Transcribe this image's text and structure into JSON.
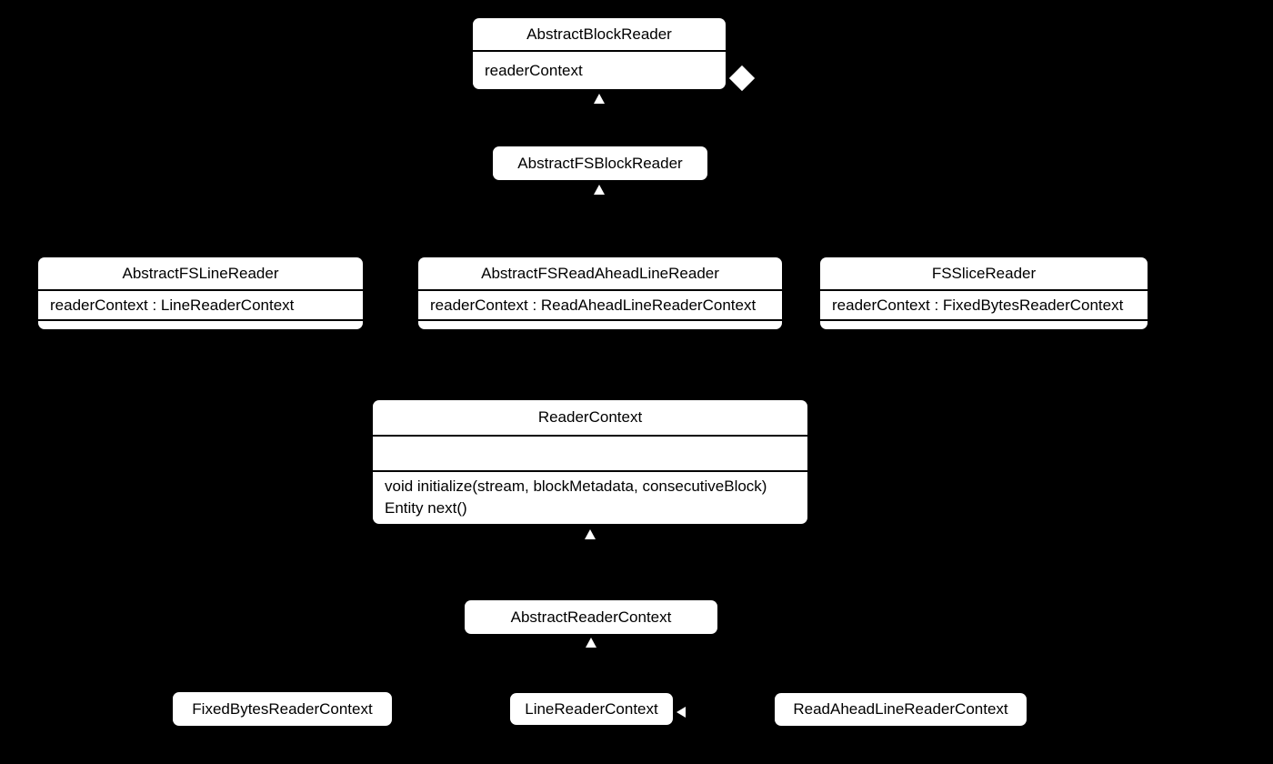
{
  "diagram": {
    "kind": "uml-class-diagram",
    "colors": {
      "background": "#000000",
      "node_fill": "#ffffff",
      "node_text": "#000000",
      "divider": "#000000",
      "connector_glyph": "#ffffff"
    }
  },
  "classes": [
    {
      "name": "AbstractBlockReader",
      "attributes": [
        "readerContext"
      ],
      "methods": []
    },
    {
      "name": "AbstractFSBlockReader",
      "attributes": [],
      "methods": []
    },
    {
      "name": "AbstractFSLineReader",
      "attributes": [
        "readerContext : LineReaderContext"
      ],
      "methods": []
    },
    {
      "name": "AbstractFSReadAheadLineReader",
      "attributes": [
        "readerContext : ReadAheadLineReaderContext"
      ],
      "methods": []
    },
    {
      "name": "FSSliceReader",
      "attributes": [
        "readerContext : FixedBytesReaderContext"
      ],
      "methods": []
    },
    {
      "name": "ReaderContext",
      "attributes": [],
      "methods": [
        "void initialize(stream, blockMetadata, consecutiveBlock)",
        "Entity next()"
      ]
    },
    {
      "name": "AbstractReaderContext",
      "attributes": [],
      "methods": []
    },
    {
      "name": "FixedBytesReaderContext",
      "attributes": [],
      "methods": []
    },
    {
      "name": "LineReaderContext",
      "attributes": [],
      "methods": []
    },
    {
      "name": "ReadAheadLineReaderContext",
      "attributes": [],
      "methods": []
    }
  ],
  "connectors": [
    {
      "glyph": "hollow-triangle-up",
      "meaning": "generalization",
      "below": "AbstractBlockReader"
    },
    {
      "glyph": "hollow-triangle-up",
      "meaning": "generalization",
      "below": "AbstractFSBlockReader"
    },
    {
      "glyph": "hollow-triangle-up",
      "meaning": "generalization",
      "below": "ReaderContext"
    },
    {
      "glyph": "hollow-triangle-up",
      "meaning": "generalization",
      "below": "AbstractReaderContext"
    },
    {
      "glyph": "triangle-left",
      "meaning": "generalization",
      "right_of": "LineReaderContext"
    },
    {
      "glyph": "diamond",
      "meaning": "aggregation",
      "right_of": "AbstractBlockReader"
    }
  ]
}
